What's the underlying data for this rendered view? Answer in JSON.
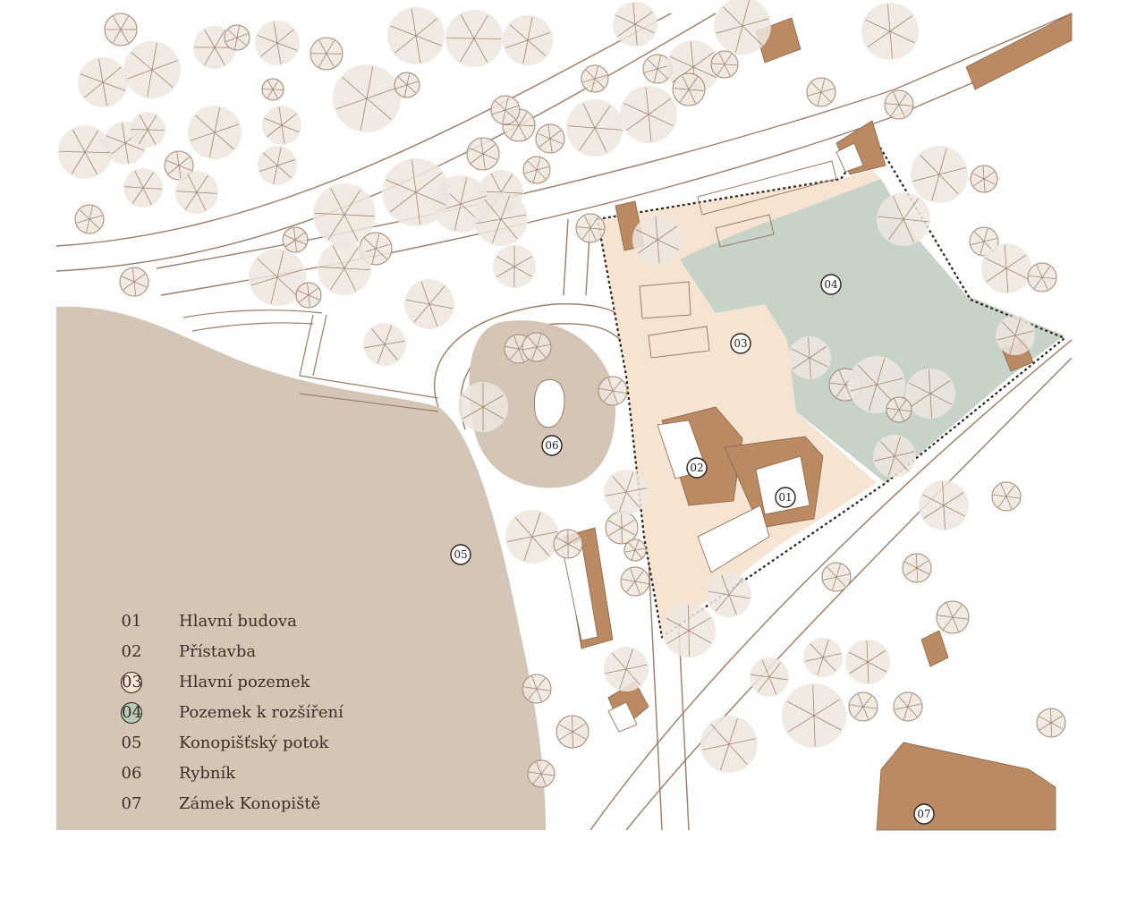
{
  "colors": {
    "tree_fill": "#ede6de",
    "tree_line": "#a08570",
    "river": "#d3c6b6",
    "pond_area": "#d3c6b6",
    "main_plot": "#f6e4d3",
    "extension_plot": "#c7d3c6",
    "building": "#b98a64",
    "road_line": "#9a7d67"
  },
  "map_markers": [
    {
      "id": "01",
      "label": "01"
    },
    {
      "id": "02",
      "label": "02"
    },
    {
      "id": "03",
      "label": "03"
    },
    {
      "id": "04",
      "label": "04"
    },
    {
      "id": "05",
      "label": "05"
    },
    {
      "id": "06",
      "label": "06"
    },
    {
      "id": "07",
      "label": "07"
    }
  ],
  "legend": [
    {
      "num": "01",
      "label": "Hlavní budova",
      "style": "plain"
    },
    {
      "num": "02",
      "label": "Přístavba",
      "style": "plain"
    },
    {
      "num": "03",
      "label": "Hlavní pozemek",
      "style": "circled-beige"
    },
    {
      "num": "04",
      "label": "Pozemek k rozšíření",
      "style": "circled-green"
    },
    {
      "num": "05",
      "label": "Konopišťský potok",
      "style": "plain"
    },
    {
      "num": "06",
      "label": "Rybník",
      "style": "plain"
    },
    {
      "num": "07",
      "label": "Zámek Konopiště",
      "style": "plain"
    }
  ]
}
